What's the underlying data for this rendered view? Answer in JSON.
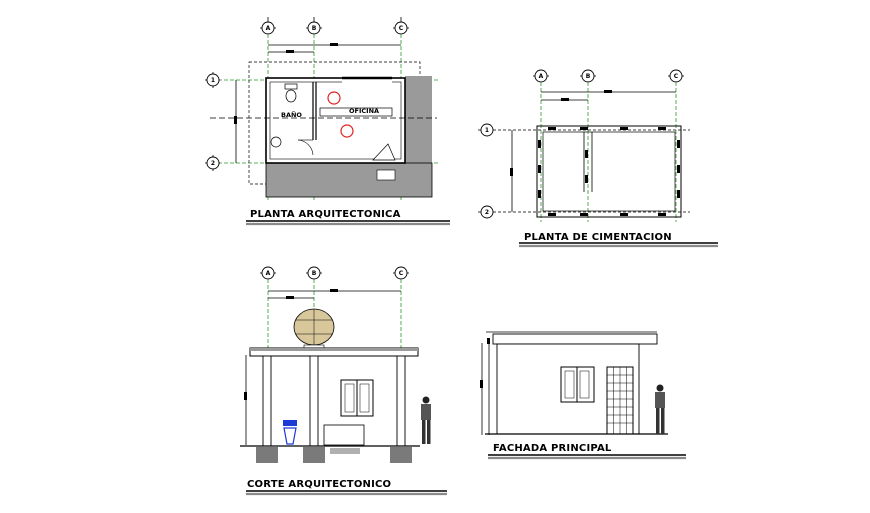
{
  "drawings": {
    "planta_arquitectonica": {
      "title": "PLANTA ARQUITECTONICA",
      "room_bath": "BAÑO",
      "room_office": "OFICINA"
    },
    "planta_cimentacion": {
      "title": "PLANTA DE CIMENTACION"
    },
    "corte_arquitectonico": {
      "title": "CORTE ARQUITECTONICO"
    },
    "fachada_principal": {
      "title": "FACHADA PRINCIPAL"
    }
  },
  "axis_labels": {
    "a": "A",
    "b": "B",
    "c": "C",
    "one": "1",
    "two": "2"
  },
  "colors": {
    "axis_line": "#2a9a2a",
    "door_swing": "#e02020",
    "toilet_section": "#1c3ad6",
    "hatch": "#9a9a9a",
    "tank": "#d9c79c"
  }
}
